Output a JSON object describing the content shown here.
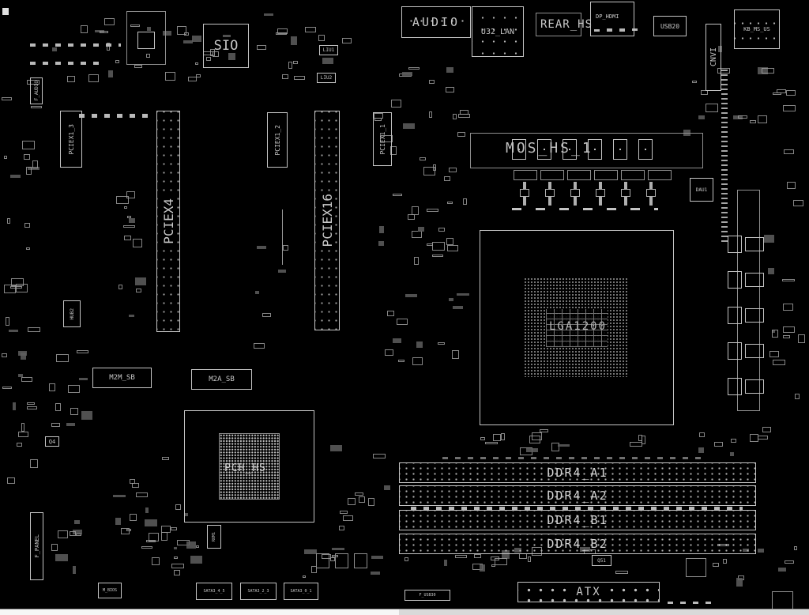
{
  "board_view": {
    "background": "#000000",
    "silkscreen_color": "#c8c8c8",
    "top_edge": {
      "sio": "SIO",
      "audio": "AUDIO",
      "u32_lan": "U32_LAN",
      "rear_hs": "REAR_HS",
      "dp_hdmi": "DP_HDMI",
      "usb20": "USB20",
      "kb_ms_us": "KB_MS_US",
      "cnvi": "CNVI",
      "liu1": "LIU1",
      "liu2": "LIU2"
    },
    "pcie_slots": {
      "pciex1_3": "PCIEX1_3",
      "pciex4": "PCIEX4",
      "pciex1_2": "PCIEX1_2",
      "pciex16": "PCIEX16",
      "pciex1_1": "PCIEX1_1"
    },
    "cpu_area": {
      "socket": "LGA1200",
      "vrm_heatsink": "MOS_HS_1",
      "pwm_controller": "DAU1"
    },
    "memory_slots": [
      "DDR4_A1",
      "DDR4_A2",
      "DDR4_B1",
      "DDR4_B2"
    ],
    "storage": {
      "m2m_sb": "M2M_SB",
      "m2a_sb": "M2A_SB",
      "sata_left": "SATA3_4_5",
      "sata_mid": "SATA3_2_3",
      "sata_right": "SATA3_0_1"
    },
    "chipset_area": {
      "pch": "PCH_HS",
      "rom": "ROM1",
      "bios": "M_BIOS",
      "hub": "HUB2"
    },
    "power": {
      "atx": "ATX",
      "q51": "Q51",
      "q4": "Q4"
    },
    "front_headers": {
      "f_panel": "F_PANEL",
      "f_audio": "F_AUDIO",
      "f_usb30": "F_USB30"
    }
  }
}
